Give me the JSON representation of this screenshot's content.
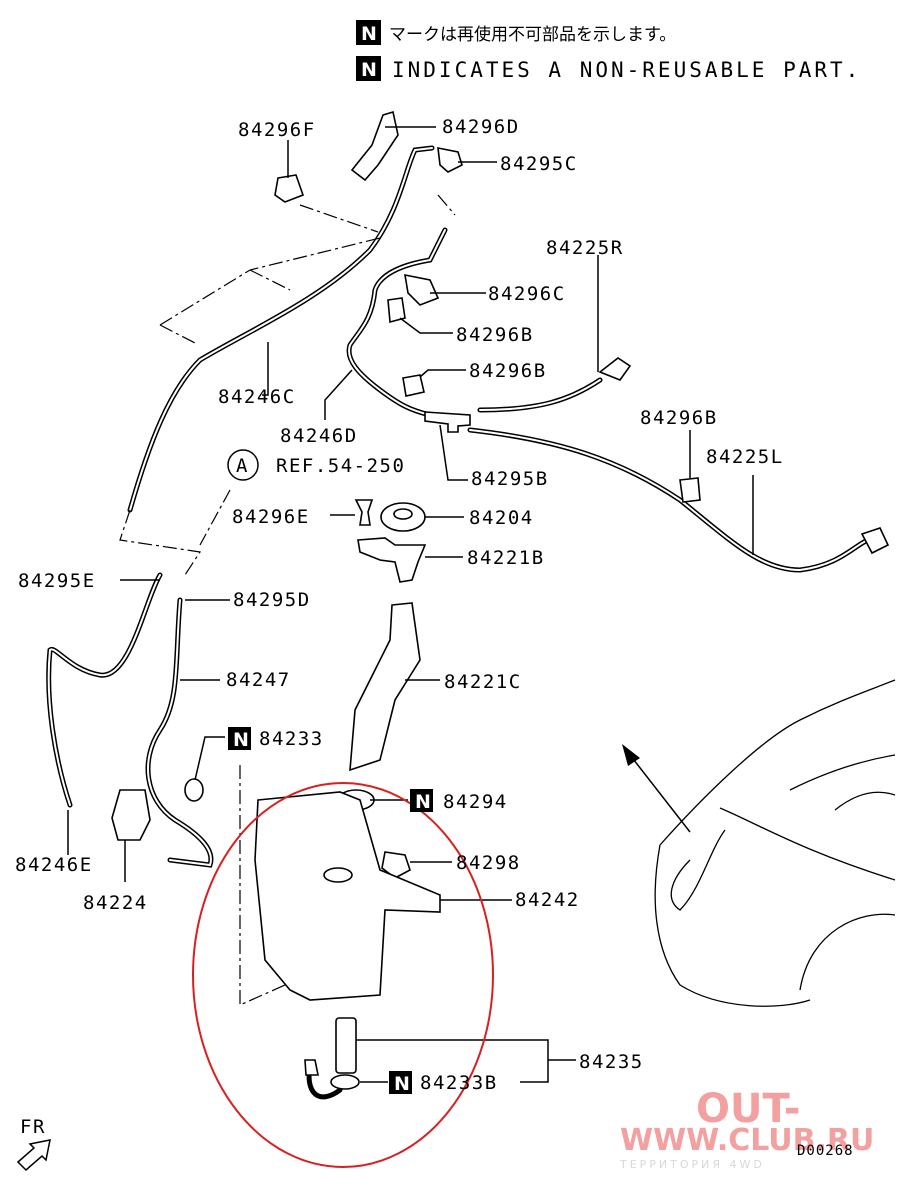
{
  "notes": {
    "badge": "N",
    "japanese": "マークは再使用不可部品を示します。",
    "english": "INDICATES A NON-REUSABLE PART."
  },
  "reference": {
    "marker": "A",
    "text": "REF.54-250"
  },
  "labels": {
    "p84296F": "84296F",
    "p84296D": "84296D",
    "p84295C": "84295C",
    "p84225R": "84225R",
    "p84296C": "84296C",
    "p84296B_1": "84296B",
    "p84296B_2": "84296B",
    "p84296B_3": "84296B",
    "p84246C": "84246C",
    "p84246D": "84246D",
    "p84225L": "84225L",
    "p84295B": "84295B",
    "p84296E": "84296E",
    "p84204": "84204",
    "p84221B": "84221B",
    "p84295E": "84295E",
    "p84295D": "84295D",
    "p84247": "84247",
    "p84221C": "84221C",
    "p84233": "84233",
    "p84294": "84294",
    "p84298": "84298",
    "p84246E": "84246E",
    "p84242": "84242",
    "p84224": "84224",
    "p84235": "84235",
    "p84233B": "84233B"
  },
  "orientation": {
    "front": "FR"
  },
  "diagram_code": "D00268",
  "watermark": {
    "line1": "OUT-",
    "line2": "WWW.CLUB.RU",
    "line3": "ТЕРРИТОРИЯ 4WD"
  },
  "colors": {
    "highlight": "#d92020",
    "ink": "#000000",
    "watermark": "#f2a0a0"
  }
}
